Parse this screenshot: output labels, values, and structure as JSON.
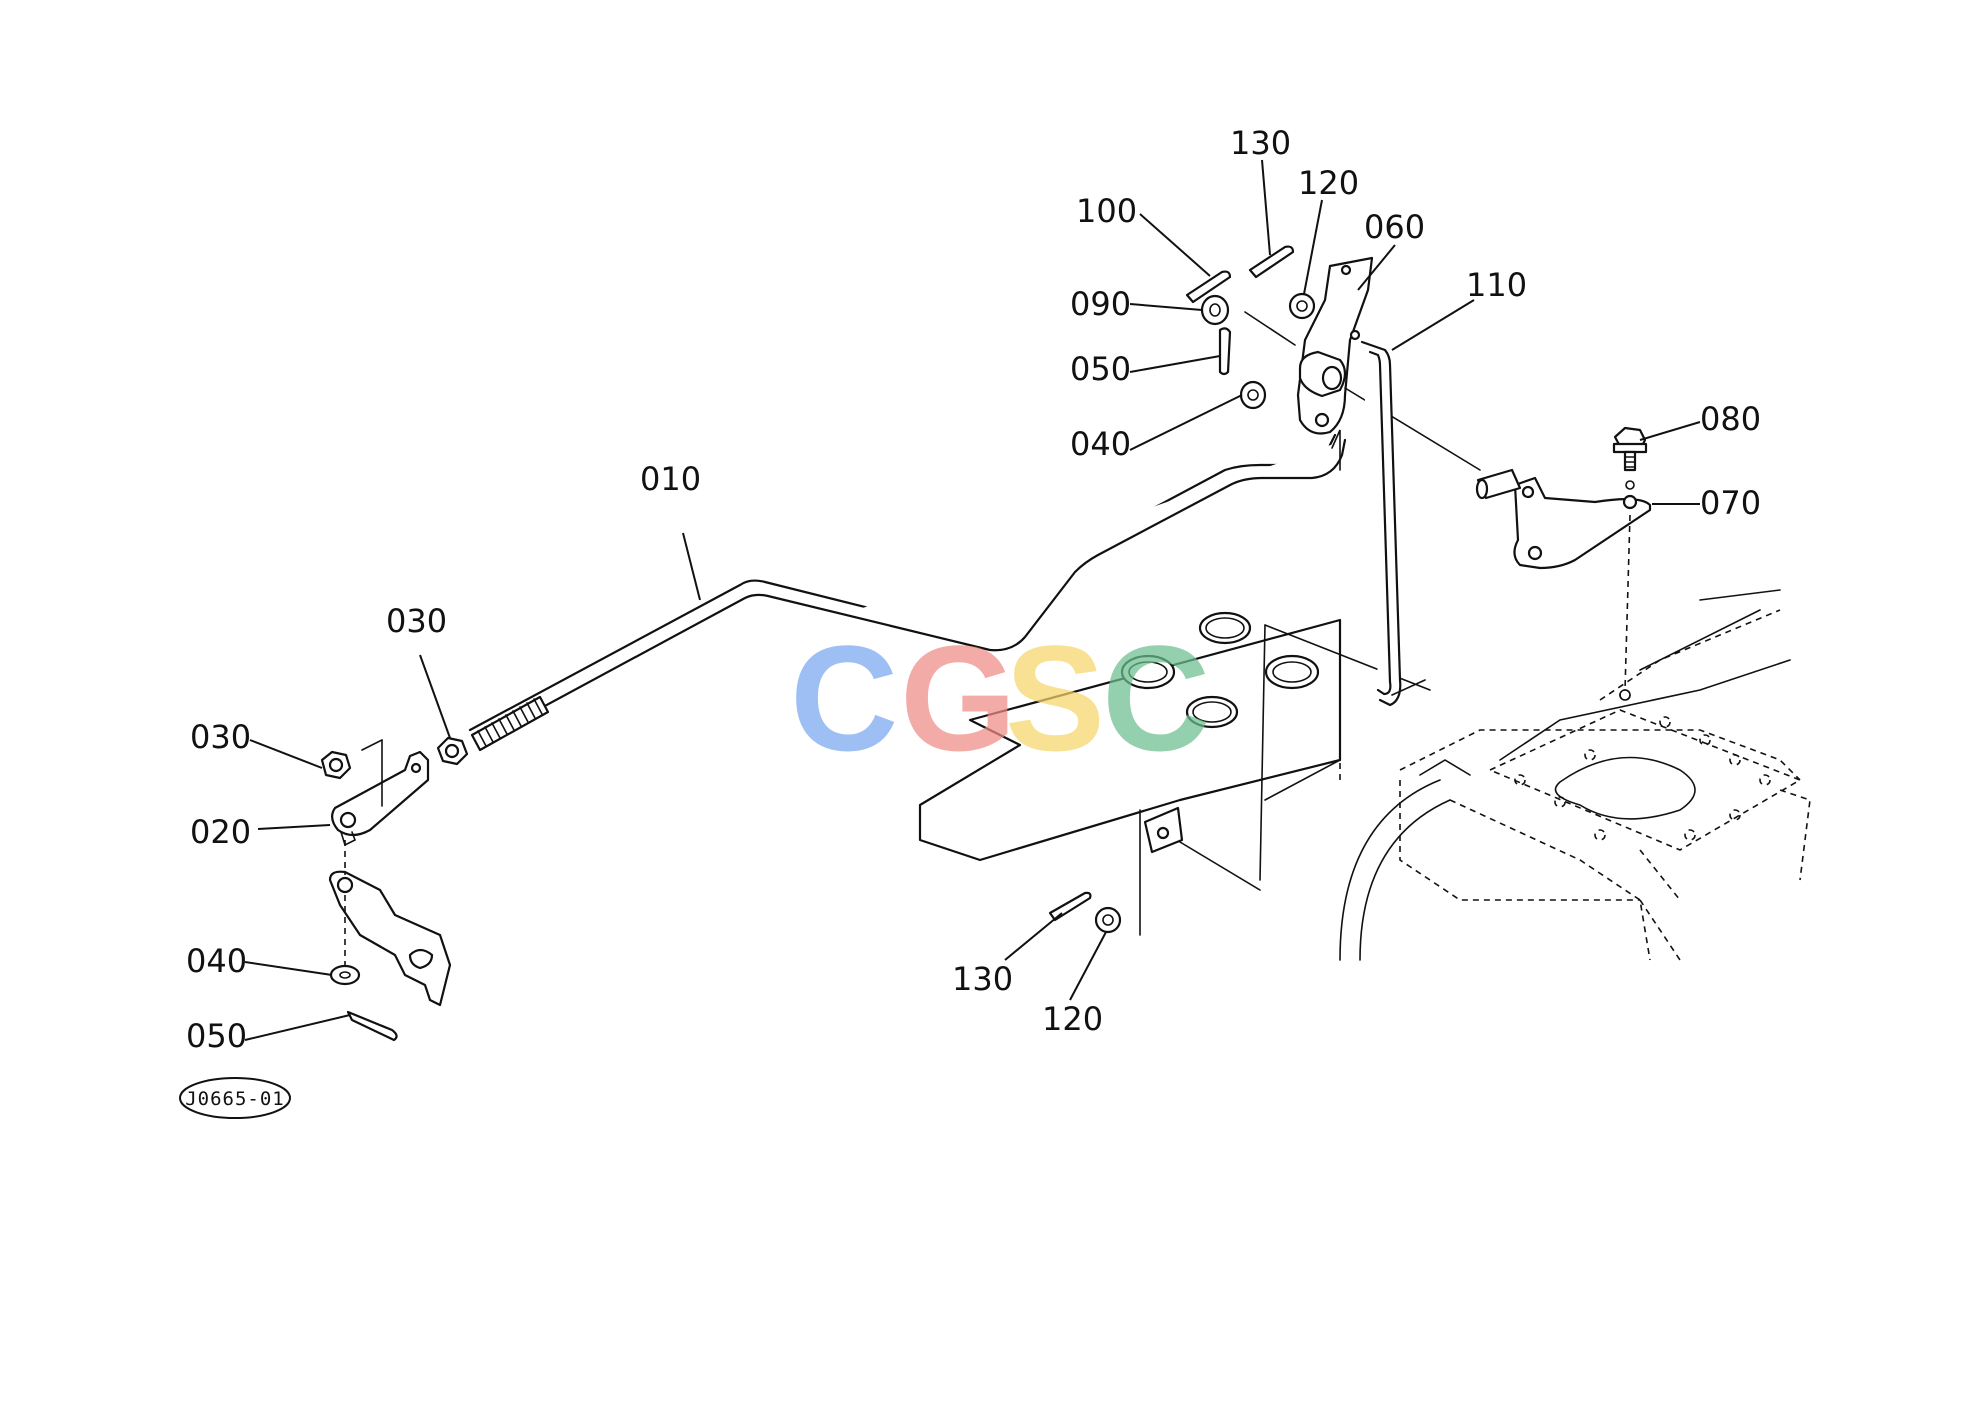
{
  "drawing_ref": "J0665-01",
  "watermark": {
    "letters": [
      "C",
      "G",
      "S",
      "C"
    ],
    "colors": [
      "#7aa7ef",
      "#ee8c84",
      "#f7d66b",
      "#6bbf8e"
    ]
  },
  "callouts": {
    "p010": "010",
    "p020": "020",
    "p030a": "030",
    "p030b": "030",
    "p040a": "040",
    "p040b": "040",
    "p050a": "050",
    "p050b": "050",
    "p060": "060",
    "p070": "070",
    "p080": "080",
    "p090": "090",
    "p100": "100",
    "p110": "110",
    "p120a": "120",
    "p120b": "120",
    "p130a": "130",
    "p130b": "130"
  }
}
